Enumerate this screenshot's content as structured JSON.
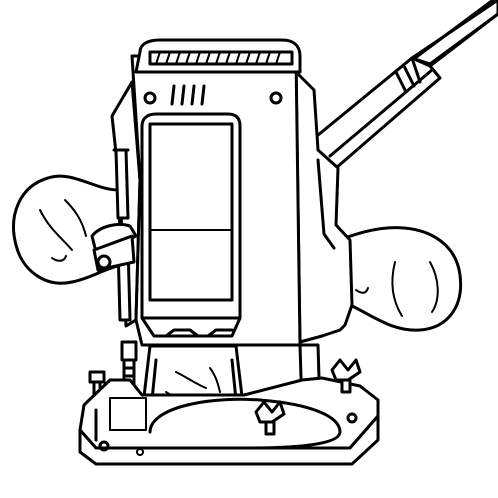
{
  "figure": {
    "parts": [
      "power-cord",
      "motor-housing",
      "left-knob-handle",
      "right-knob-handle",
      "depth-stop-rod",
      "depth-stop-clamp",
      "router-base",
      "wing-nuts",
      "vent-slots"
    ],
    "colors": {
      "ink": "#000000",
      "paper": "#ffffff"
    }
  }
}
